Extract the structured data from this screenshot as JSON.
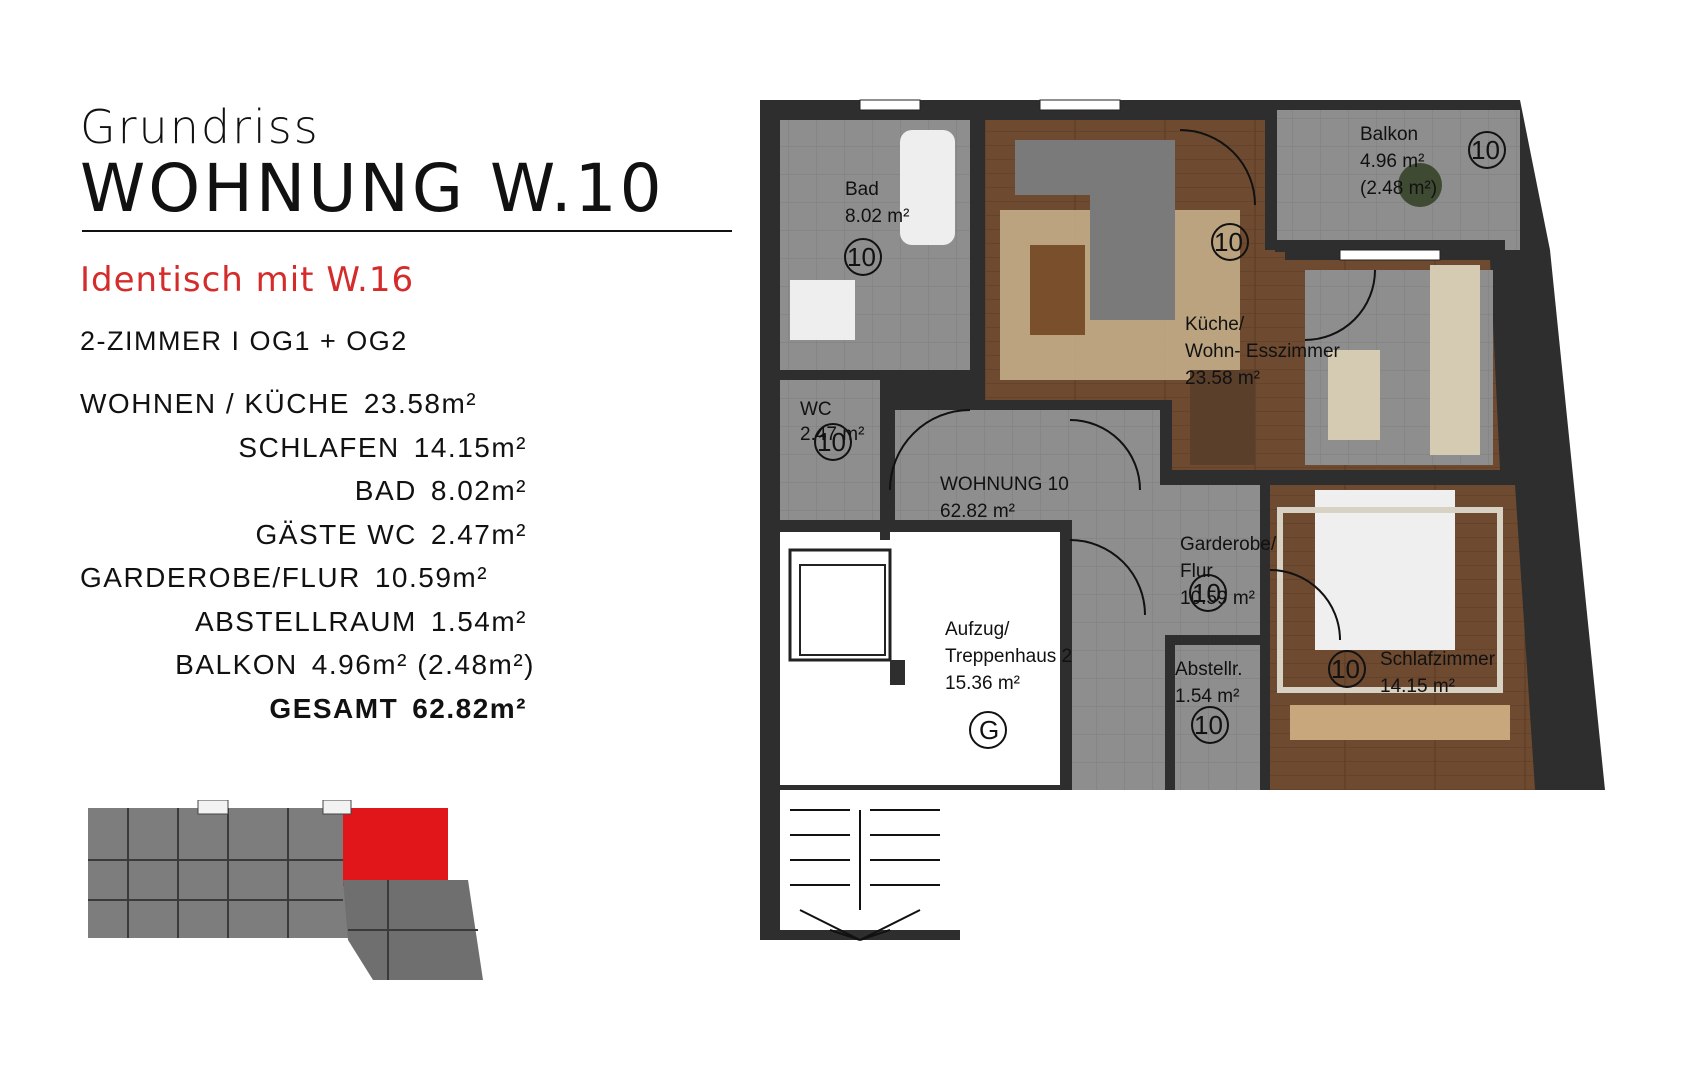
{
  "header": {
    "label": "Grundriss",
    "unit_title": "WOHNUNG W.10",
    "identical": "Identisch mit W.16",
    "rooms_floors": "2-ZIMMER  I  OG1 + OG2"
  },
  "areas": [
    {
      "label": "WOHNEN / KÜCHE",
      "value": "23.58m²"
    },
    {
      "label": "SCHLAFEN",
      "value": "14.15m²"
    },
    {
      "label": "BAD",
      "value": "8.02m²"
    },
    {
      "label": "GÄSTE WC",
      "value": "2.47m²"
    },
    {
      "label": "GARDEROBE/FLUR",
      "value": "10.59m²"
    },
    {
      "label": "ABSTELLRAUM",
      "value": "1.54m²"
    },
    {
      "label": "BALKON",
      "value": "4.96m² (2.48m²)"
    },
    {
      "label": "GESAMT",
      "value": "62.82m²"
    }
  ],
  "plan": {
    "bad": {
      "name": "Bad",
      "area": "8.02 m²"
    },
    "wc": {
      "name": "WC",
      "area": "2.47 m²"
    },
    "kueche": {
      "name1": "Küche/",
      "name2": "Wohn- Esszimmer",
      "area": "23.58 m²"
    },
    "balkon": {
      "name": "Balkon",
      "area": "4.96 m²",
      "area2": "(2.48 m²)"
    },
    "wohnung": {
      "name": "WOHNUNG 10",
      "area": "62.82 m²"
    },
    "flur": {
      "name1": "Garderobe/",
      "name2": "Flur",
      "area": "10.59 m²"
    },
    "aufzug": {
      "name1": "Aufzug/",
      "name2": "Treppenhaus 2",
      "area": "15.36 m²"
    },
    "abstell": {
      "name": "Abstellr.",
      "area": "1.54 m²"
    },
    "schlaf": {
      "name": "Schlafzimmer",
      "area": "14.15 m²"
    },
    "unit_number": "10",
    "stair_letter": "G"
  },
  "colors": {
    "accent_red": "#d42b2b",
    "wall": "#2e2e2e",
    "tile": "#8c8c8c",
    "wood": "#6b4a2f",
    "highlight": "#e0161b"
  }
}
